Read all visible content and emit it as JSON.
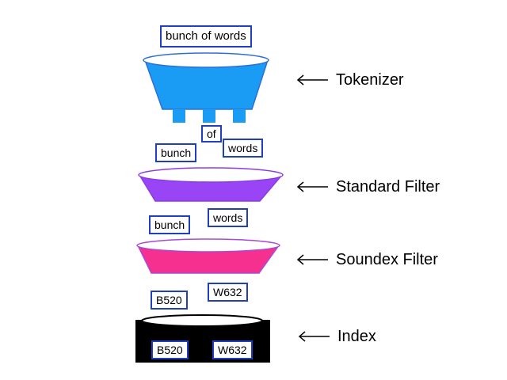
{
  "input": {
    "text": "bunch of words"
  },
  "stages": [
    {
      "label": "Tokenizer",
      "color": "#1a9cf5"
    },
    {
      "label": "Standard Filter",
      "color": "#9a45f5"
    },
    {
      "label": "Soundex Filter",
      "color": "#f5308f"
    },
    {
      "label": "Index",
      "color": "#000000"
    }
  ],
  "tokens": {
    "after_tokenizer": [
      "of",
      "bunch",
      "words"
    ],
    "after_standard": [
      "bunch",
      "words"
    ],
    "after_soundex": [
      "B520",
      "W632"
    ],
    "in_index": [
      "B520",
      "W632"
    ]
  },
  "colors": {
    "token_border": "#1f3fbf",
    "funnel_rim": "#ffffff",
    "index_body": "#000000"
  }
}
